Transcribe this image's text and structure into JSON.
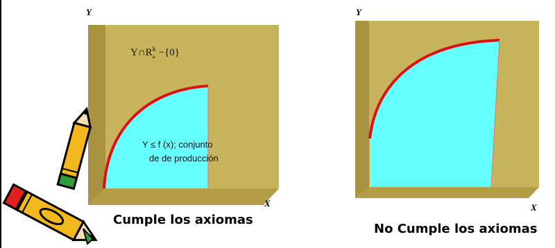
{
  "left_panel": {
    "axis_y": "Y",
    "axis_x": "X",
    "set_label": {
      "base": "Y∩R",
      "sup": "k",
      "sub": "+",
      "tail": " −{0}"
    },
    "region_label_line1": "Y ≤ f (x); conjunto",
    "region_label_line2": "de  de producción",
    "caption": "Cumple los axiomas"
  },
  "right_panel": {
    "axis_y": "Y",
    "axis_x": "X",
    "caption": "No Cumple los axiomas"
  },
  "decoration": {
    "icon": "pencils-icon"
  },
  "colors": {
    "box_front": "#C9B45E",
    "box_side": "#A8923F",
    "box_top": "#DCC97A",
    "region_fill": "#66FFFF",
    "frontier": "#E01010"
  }
}
